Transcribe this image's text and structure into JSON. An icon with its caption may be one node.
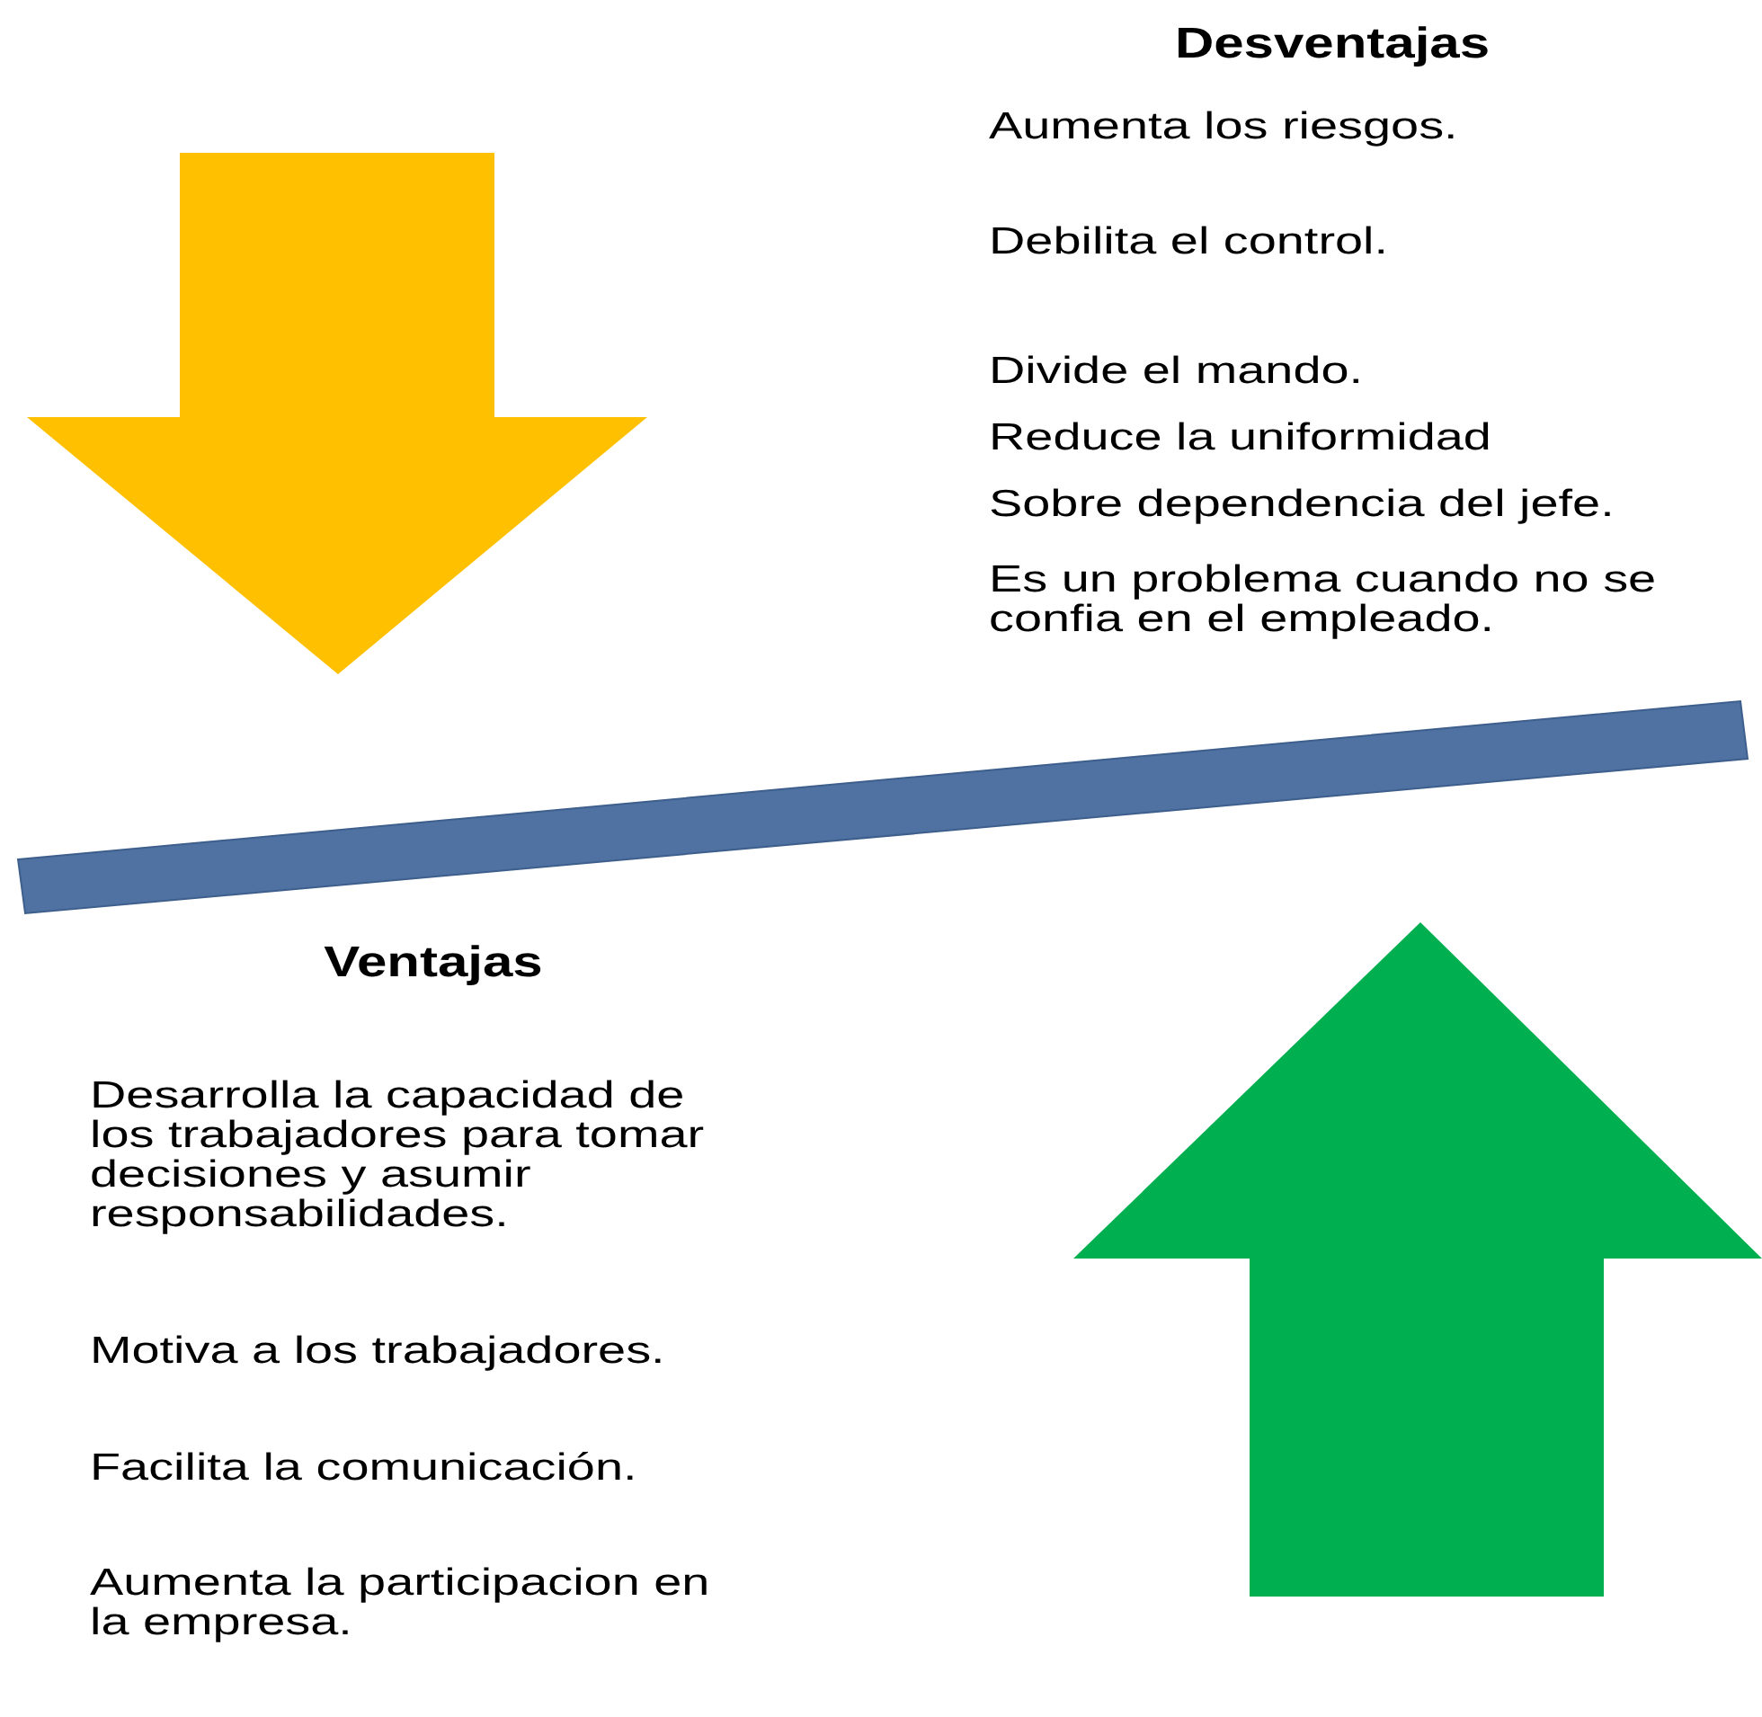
{
  "diagram": {
    "labels": [
      "Desventajas",
      "Aumenta los riesgos.",
      "Debilita el control.",
      "Divide el mando.",
      "Reduce la uniformidad",
      "Sobre dependencia del jefe.",
      "Es un problema cuando no se confia en el empleado.",
      "Ventajas",
      "Desarrolla la capacidad de los trabajadores para tomar decisiones y asumir responsabilidades.",
      "Motiva a los trabajadores.",
      "Facilita la comunicación.",
      "Aumenta la participacion en la empresa."
    ]
  }
}
